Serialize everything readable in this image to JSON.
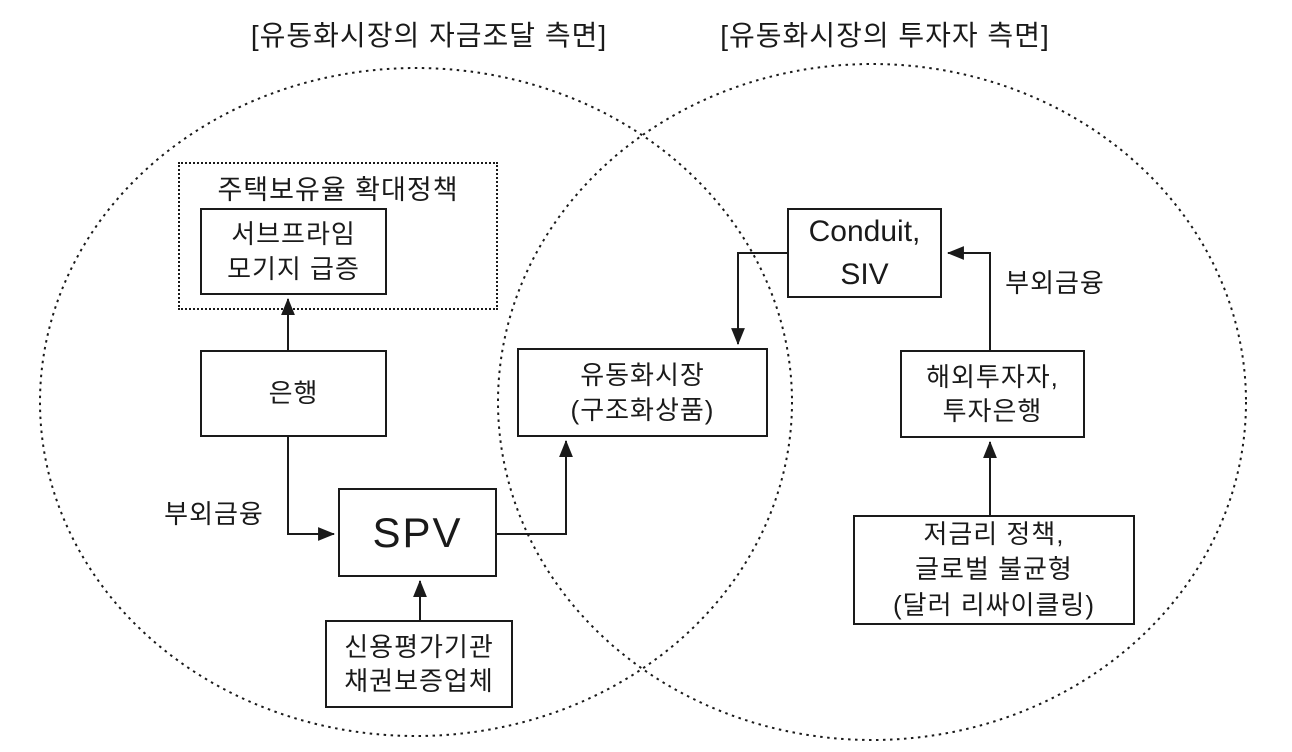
{
  "diagram": {
    "titles": {
      "left": "[유동화시장의 자금조달 측면]",
      "right": "[유동화시장의 투자자 측면]"
    },
    "nodes": {
      "housing_policy_group": "주택보유율 확대정책",
      "subprime": "서브프라임\n모기지 급증",
      "bank": "은행",
      "spv": "SPV",
      "rating": "신용평가기관\n채권보증업체",
      "market": "유동화시장\n(구조화상품)",
      "conduit": "Conduit,\nSIV",
      "investor": "해외투자자,\n투자은행",
      "macro": "저금리 정책,\n글로벌 불균형\n(달러 리싸이클링)"
    },
    "edge_labels": {
      "offbalance_left": "부외금융",
      "offbalance_right": "부외금융"
    },
    "colors": {
      "ink": "#1a1a1a",
      "background": "#ffffff"
    }
  }
}
